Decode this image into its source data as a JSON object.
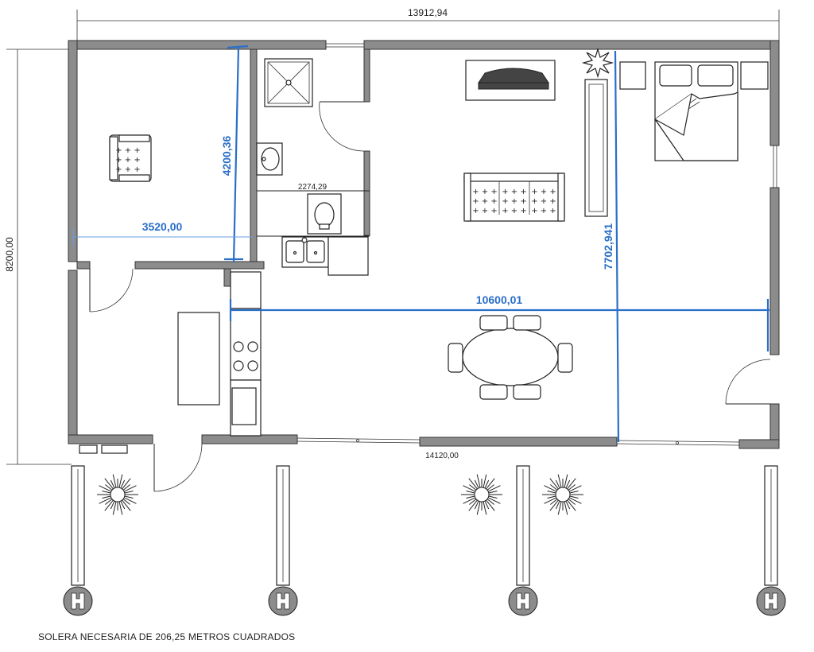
{
  "dimensions": {
    "total_width": "13912,94",
    "total_height": "8200,00",
    "office_height": "4200,36",
    "office_width": "3520,00",
    "bathroom_width": "2274,29",
    "living_depth": "7702,941",
    "living_width": "10600,01",
    "front_length": "14120,00"
  },
  "note": "SOLERA NECESARIA DE 206,25 METROS CUADRADOS",
  "colors": {
    "wall": "#8c8c8c",
    "dimension_blue": "#2a6fc9",
    "line": "#222222"
  }
}
